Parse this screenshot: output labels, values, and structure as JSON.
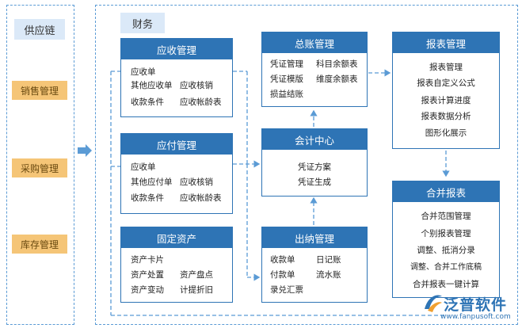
{
  "supply_chain": {
    "title": "供应链",
    "items": [
      "销售管理",
      "采购管理",
      "库存管理"
    ]
  },
  "finance": {
    "title": "财务",
    "modules": {
      "receivable": {
        "title": "应收管理",
        "items": [
          "应收单",
          "其他应收单",
          "应收核销",
          "收款条件",
          "应收帐龄表"
        ]
      },
      "payable": {
        "title": "应付管理",
        "items": [
          "应收单",
          "其他应付单",
          "应收核销",
          "收款条件",
          "应收帐龄表"
        ]
      },
      "fixed_assets": {
        "title": "固定资产",
        "items": [
          "资产卡片",
          "资产处置",
          "资产盘点",
          "资产变动",
          "计提折旧"
        ]
      },
      "general_ledger": {
        "title": "总账管理",
        "items": [
          "凭证管理",
          "科目余额表",
          "凭证模版",
          "维度余额表",
          "损益结账"
        ]
      },
      "accounting_center": {
        "title": "会计中心",
        "items": [
          "凭证方案",
          "凭证生成"
        ]
      },
      "cashier": {
        "title": "出纳管理",
        "items": [
          "收款单",
          "日记账",
          "付款单",
          "流水账",
          "录兑汇票"
        ]
      },
      "reports": {
        "title": "报表管理",
        "items": [
          "报表管理",
          "报表自定义公式",
          "报表计算进度",
          "报表数据分析",
          "图形化展示"
        ]
      },
      "consolidated": {
        "title": "合并报表",
        "items": [
          "合并范围管理",
          "个别报表管理",
          "调整、抵消分录",
          "调整、合并工作底稿",
          "合并报表一键计算"
        ]
      }
    }
  },
  "logo": {
    "brand": "泛普软件",
    "url": "www.fanpusoft.com"
  },
  "colors": {
    "module_header": "#2e74b5",
    "dashed_line": "#5b9bd5",
    "orange": "#f5c577",
    "tag": "#dbe9f8"
  }
}
